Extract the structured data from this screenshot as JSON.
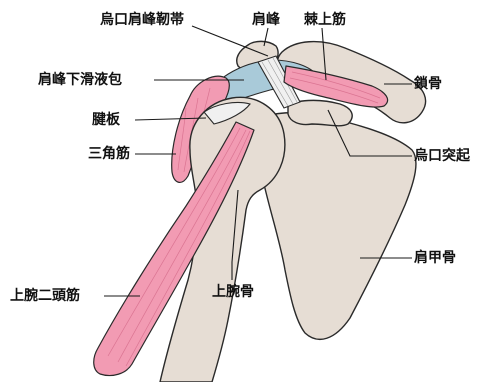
{
  "labels": {
    "coracoacromial_ligament": "烏口肩峰靭帯",
    "acromion": "肩峰",
    "supraspinatus": "棘上筋",
    "subacromial_bursa": "肩峰下滑液包",
    "clavicle": "鎖骨",
    "tendon_plate": "腱板",
    "deltoid": "三角筋",
    "coracoid_process": "烏口突起",
    "humerus": "上腕骨",
    "scapula": "肩甲骨",
    "biceps": "上腕二頭筋"
  },
  "colors": {
    "bone": "#e6ddd4",
    "muscle": "#f29bb3",
    "bursa": "#a9cad9",
    "ligament": "#f0f0f0",
    "outline": "#2a2a2a"
  }
}
